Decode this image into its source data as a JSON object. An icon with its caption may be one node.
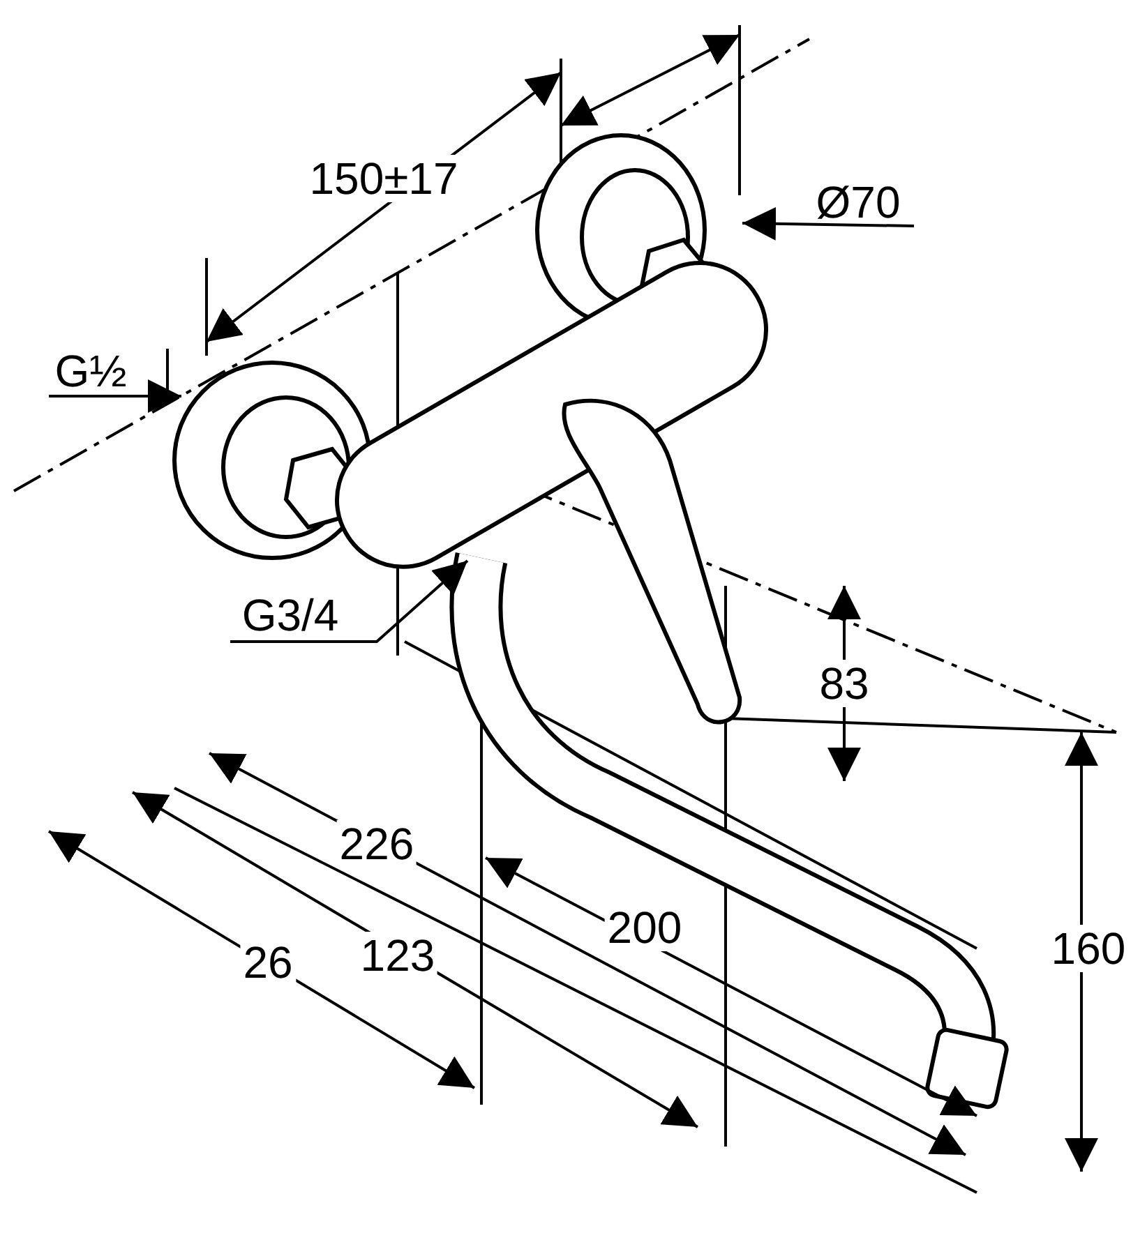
{
  "diagram": {
    "nodes": [
      {
        "text": [
          "Ø70"
        ]
      },
      {
        "text": [
          "G½"
        ]
      },
      {
        "text": [
          "G3/4"
        ]
      }
    ],
    "edges": [
      {
        "from": 0,
        "to": null,
        "arrow": "to"
      },
      {
        "from": 1,
        "to": null,
        "arrow": "to"
      },
      {
        "from": 2,
        "to": null,
        "arrow": "to"
      }
    ],
    "labels": [
      "150±17",
      "83",
      "226",
      "200",
      "26",
      "123",
      "160"
    ]
  }
}
